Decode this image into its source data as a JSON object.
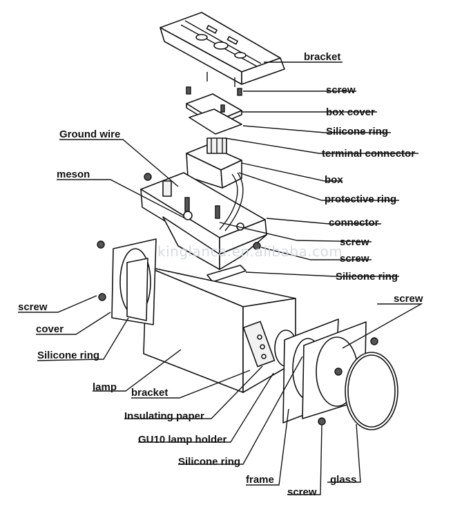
{
  "watermark": "kinglanca.en.alibaba.com",
  "labels": {
    "bracket_top": "bracket",
    "screw_1": "screw",
    "box_cover": "box cover",
    "silicone_ring_1": "Silicone ring",
    "ground_wire": "Ground wire",
    "terminal_connector": "terminal connector",
    "meson": "meson",
    "box": "box",
    "protective_ring": "protective ring",
    "connector": "connector",
    "screw_2": "screw",
    "screw_3": "screw",
    "silicone_ring_2": "Silicone ring",
    "screw_left": "screw",
    "screw_right": "screw",
    "cover": "cover",
    "silicone_ring_left": "Silicone ring",
    "lamp": "lamp",
    "bracket_bottom": "bracket",
    "insulating_paper": "Insulating paper",
    "gu10_lamp_holder": "GU10 lamp holder",
    "silicone_ring_bottom": "Silicone ring",
    "frame": "frame",
    "glass": "glass",
    "screw_bottom": "screw"
  }
}
